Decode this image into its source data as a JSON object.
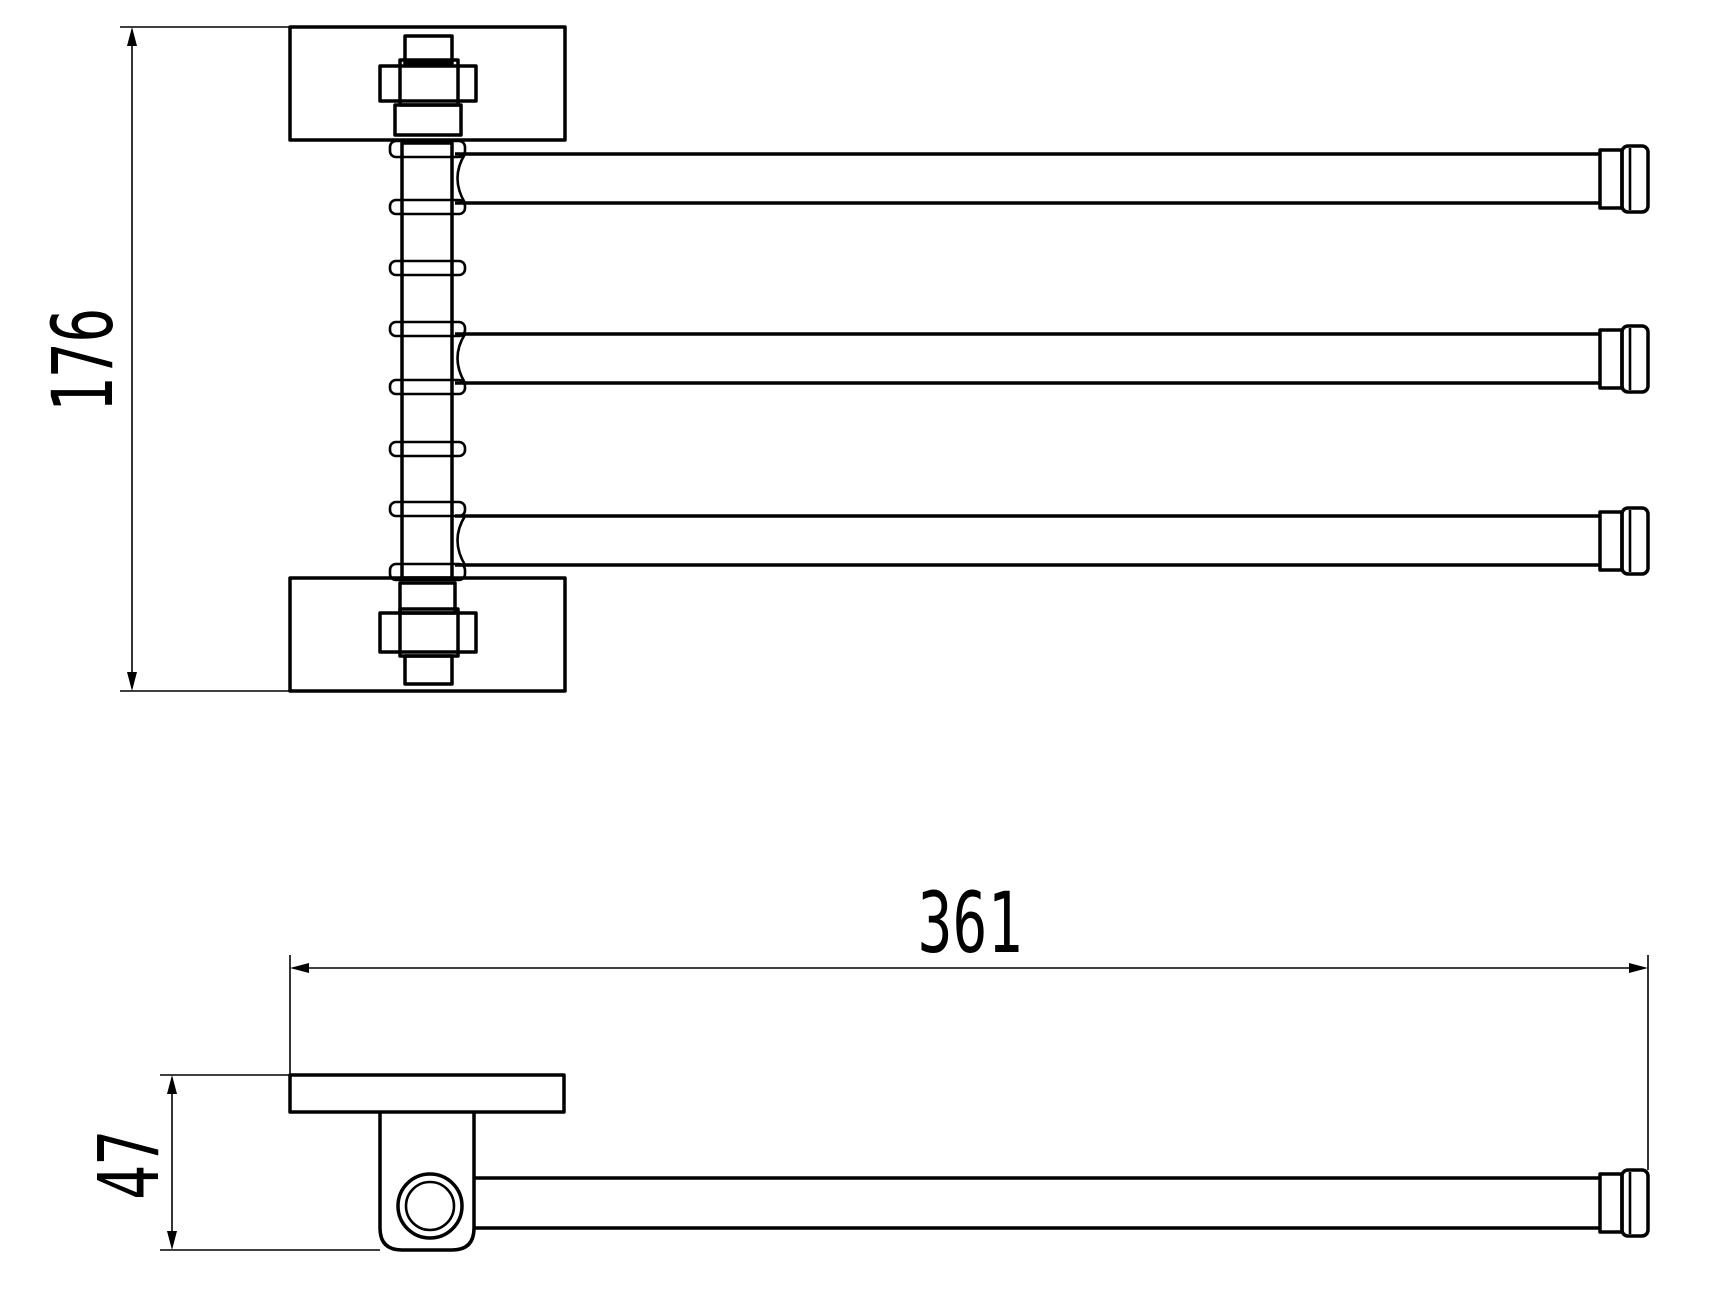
{
  "dimensions": {
    "height": "176",
    "length": "361",
    "depth": "47"
  },
  "colors": {
    "line": "#000000",
    "background": "#ffffff"
  }
}
